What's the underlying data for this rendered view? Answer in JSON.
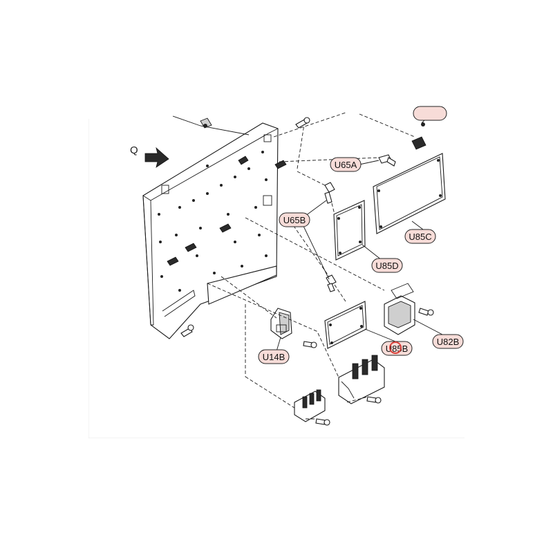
{
  "view_marker": "Q",
  "labels": {
    "u65a": "U65A",
    "u65b": "U65B",
    "u85c": "U85C",
    "u85d": "U85D",
    "u82b": "U82B",
    "u85b": "U85B",
    "u14b": "U14B"
  },
  "highlight_color": "#d9413a",
  "label_fill": "#f7dcd8"
}
